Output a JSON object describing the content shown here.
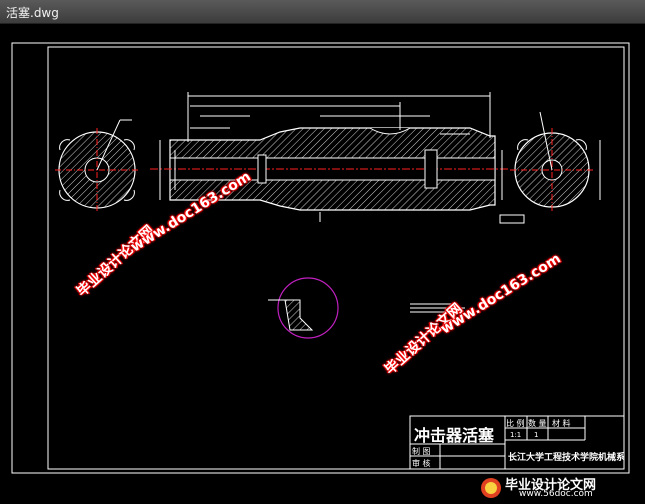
{
  "window": {
    "title": "活塞.dwg"
  },
  "title_block": {
    "part_name": "冲击器活塞",
    "header_cells": [
      "比 例",
      "数 量",
      "材 料"
    ],
    "values": [
      "1:1",
      "1"
    ],
    "row_labels": [
      "制 图",
      "审 核"
    ],
    "school": "长江大学工程技术学院机械系"
  },
  "watermarks": {
    "brand": "毕业设计论文网",
    "url": "www.doc163.com"
  },
  "footer": {
    "brand": "毕业设计论文网",
    "url": "www.56doc.com"
  },
  "colors": {
    "frame": "#ffffff",
    "dimension": "#ffffff",
    "centerline": "#ff2020",
    "hatch": "#ffffff",
    "circle_detail": "#c020c0",
    "watermark_red": "#ff0000"
  }
}
